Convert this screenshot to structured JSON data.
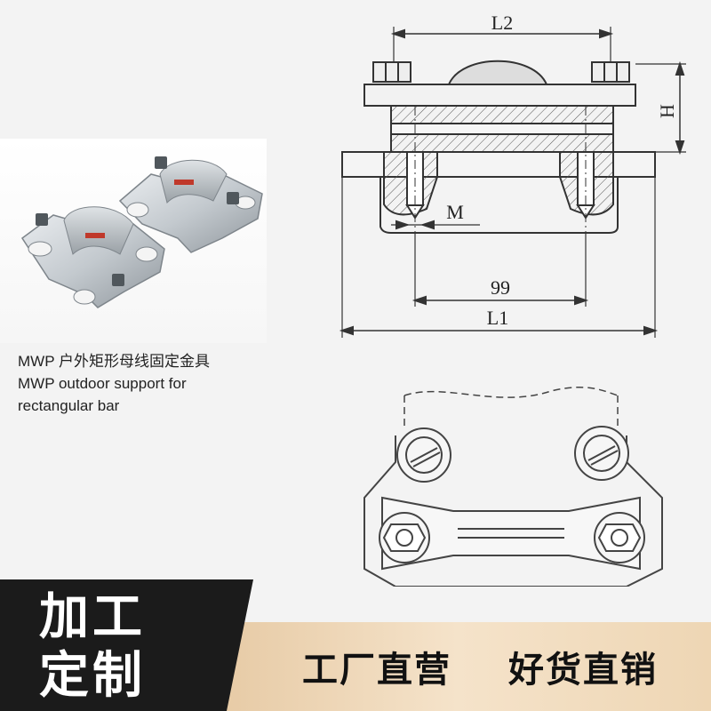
{
  "caption": {
    "line_cn": "MWP 户外矩形母线固定金具",
    "line_en_1": "MWP outdoor support for",
    "line_en_2": "rectangular bar"
  },
  "drawing": {
    "label_l2": "L2",
    "label_h": "H",
    "label_m": "M",
    "label_99": "99",
    "label_l1": "L1"
  },
  "banner": {
    "badge_line_1": "加工",
    "badge_line_2": "定制",
    "slogan_1": "工厂直营",
    "slogan_2": "好货直销"
  },
  "colors": {
    "banner_dark": "#1b1b1b",
    "banner_light": "#f1dcc0",
    "metal": "#c9ced3",
    "metal_dark": "#7e858b",
    "line": "#333333"
  }
}
